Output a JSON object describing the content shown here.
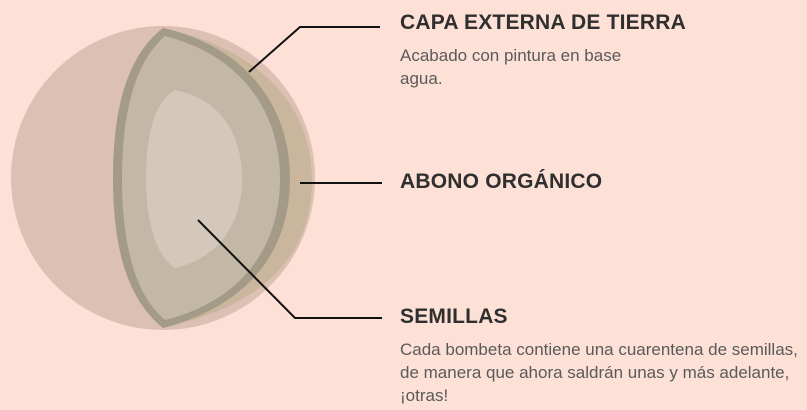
{
  "colors": {
    "background": "#fde0d6",
    "outer_sphere": "#dcc0b4",
    "earth_shell": "#c9b69c",
    "rim": "#a49a88",
    "cut_face": "#c3b7a6",
    "seeds_core": "#d3c8b9",
    "leader_line": "#111111",
    "title_text": "#2f2f2f",
    "desc_text": "#5a5a5a"
  },
  "labels": {
    "outer_layer": {
      "title": "CAPA EXTERNA DE TIERRA",
      "desc": "Acabado con pintura en base agua."
    },
    "fertilizer": {
      "title": "ABONO ORGÁNICO"
    },
    "seeds": {
      "title": "SEMILLAS",
      "desc": "Cada bombeta contiene una cuarentena de semillas, de manera que ahora saldrán unas y más adelante, ¡otras!"
    }
  }
}
